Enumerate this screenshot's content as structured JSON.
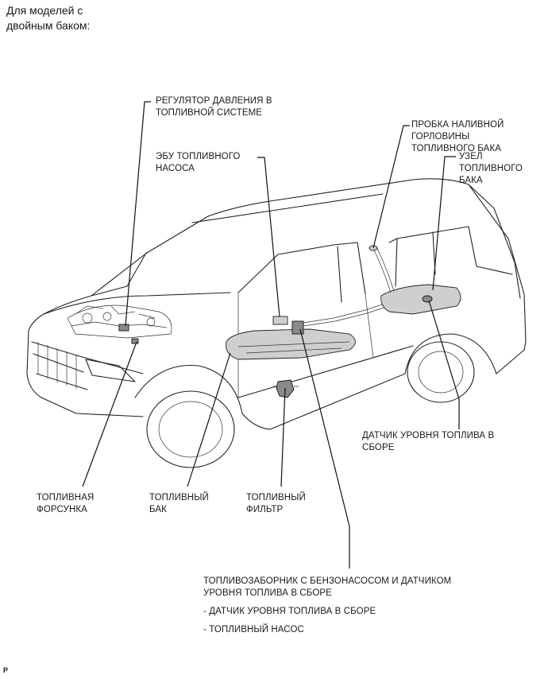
{
  "heading": [
    "Для моделей с",
    "двойным баком:"
  ],
  "labels": {
    "pressure_regulator": [
      "РЕГУЛЯТОР ДАВЛЕНИЯ В",
      "ТОПЛИВНОЙ СИСТЕМЕ"
    ],
    "pump_ecu": [
      "ЭБУ ТОПЛИВНОГО",
      "НАСОСА"
    ],
    "filler_cap": [
      "ПРОБКА НАЛИВНОЙ",
      "ГОРЛОВИНЫ",
      "ТОПЛИВНОГО БАКА"
    ],
    "tank_assembly": [
      "УЗЕЛ",
      "ТОПЛИВНОГО",
      "БАКА"
    ],
    "level_sensor": [
      "ДАТЧИК УРОВНЯ ТОПЛИВА В",
      "СБОРЕ"
    ],
    "injector": [
      "ТОПЛИВНАЯ",
      "ФОРСУНКА"
    ],
    "fuel_tank": [
      "ТОПЛИВНЫЙ",
      "БАК"
    ],
    "fuel_filter": [
      "ТОПЛИВНЫЙ",
      "ФИЛЬТР"
    ],
    "suction_assembly": [
      "ТОПЛИВОЗАБОРНИК С БЕНЗОНАСОСОМ И ДАТЧИКОМ",
      "УРОВНЯ ТОПЛИВА В СБОРЕ"
    ],
    "sub_level_sensor": "- ДАТЧИК УРОВНЯ ТОПЛИВА В СБОРЕ",
    "sub_fuel_pump": "- ТОПЛИВНЫЙ НАСОС"
  },
  "figure_code": "P"
}
